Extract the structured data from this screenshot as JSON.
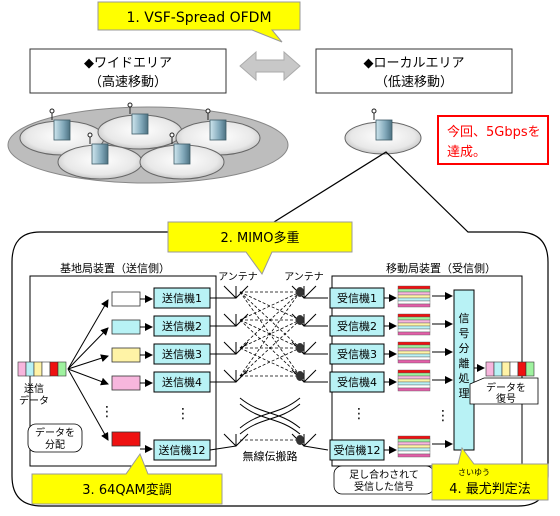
{
  "callouts": {
    "ofdm": "1. VSF-Spread OFDM",
    "mimo": "2. MIMO多重",
    "qam": "3. 64QAM変調",
    "mld": "4. 最尤判定法",
    "mld_ruby": "さいゆう"
  },
  "areas": {
    "wide_line1": "◆ワイドエリア",
    "wide_line2": "（高速移動）",
    "local_line1": "◆ローカルエリア",
    "local_line2": "（低速移動）"
  },
  "achievement": {
    "line1": "今回、5Gbpsを",
    "line2": "達成。"
  },
  "base_station": {
    "title": "基地局装置（送信側）",
    "source_label_1": "送信",
    "source_label_2": "データ",
    "split_label_1": "データを",
    "split_label_2": "分配",
    "transmitters": [
      "送信機1",
      "送信機2",
      "送信機3",
      "送信機4",
      "送信機12"
    ],
    "antenna_label": "アンテナ",
    "data_colors": [
      "#ffffff",
      "#b8f2f5",
      "#fff3a6",
      "#f7b6dd",
      "#ee1111"
    ]
  },
  "mobile_station": {
    "title": "移動局装置（受信側）",
    "receivers": [
      "受信機1",
      "受信機2",
      "受信機3",
      "受信機4",
      "受信機12"
    ],
    "antenna_label": "アンテナ",
    "separation_label": "信号分離処理",
    "output_label_1": "データを",
    "output_label_2": "復号",
    "sum_label_1": "足し合わされて",
    "sum_label_2": "受信した信号"
  },
  "channel_label": "無線伝搬路",
  "colors": {
    "callout_fill": "#ffff00",
    "block_fill": "#b8f2f5",
    "achievement_text": "#ff0000"
  }
}
